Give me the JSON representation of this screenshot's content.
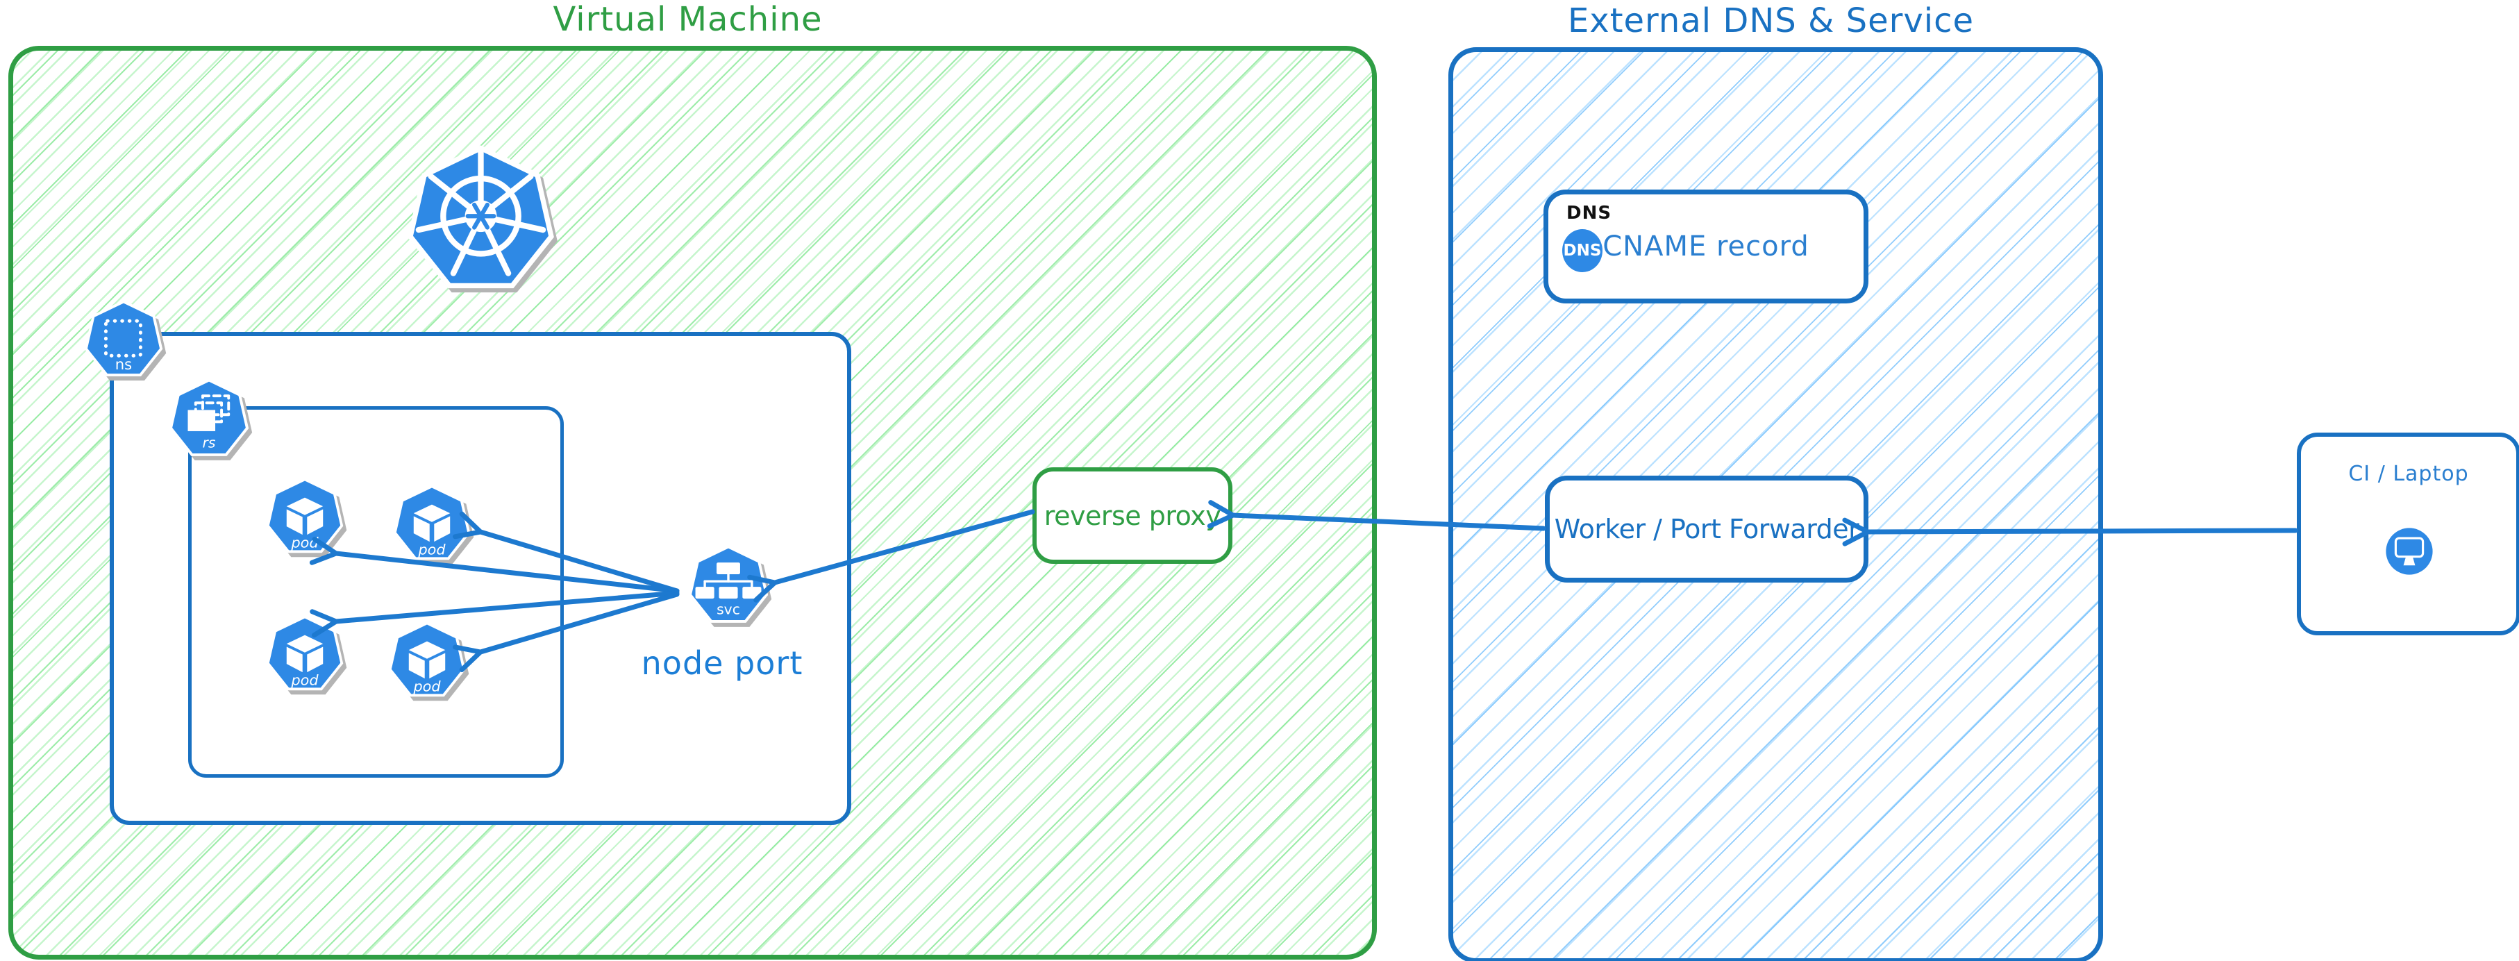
{
  "diagram": {
    "virtual_machine": {
      "title": "Virtual Machine",
      "kubernetes_logo": "kubernetes-logo",
      "namespace_label": "ns",
      "replicaset_label": "rs",
      "pod_labels": [
        "pod",
        "pod",
        "pod",
        "pod"
      ],
      "service_label": "svc",
      "node_port_label": "node port",
      "reverse_proxy_label": "reverse proxy"
    },
    "external_dns": {
      "title": "External DNS & Service",
      "dns_tag": "DNS",
      "dns_badge": "DNS",
      "cname_label": "CNAME record",
      "worker_label": "Worker / Port Forwarder"
    },
    "client": {
      "label": "CI / Laptop"
    },
    "colors": {
      "green": "#2f9e44",
      "green_hatch": "#b2f2bb",
      "blue": "#1971c2",
      "blue_hatch": "#a5d8ff",
      "icon_blue": "#2e89e5",
      "arrow_blue": "#1d79cf",
      "label_black": "#111111"
    }
  }
}
